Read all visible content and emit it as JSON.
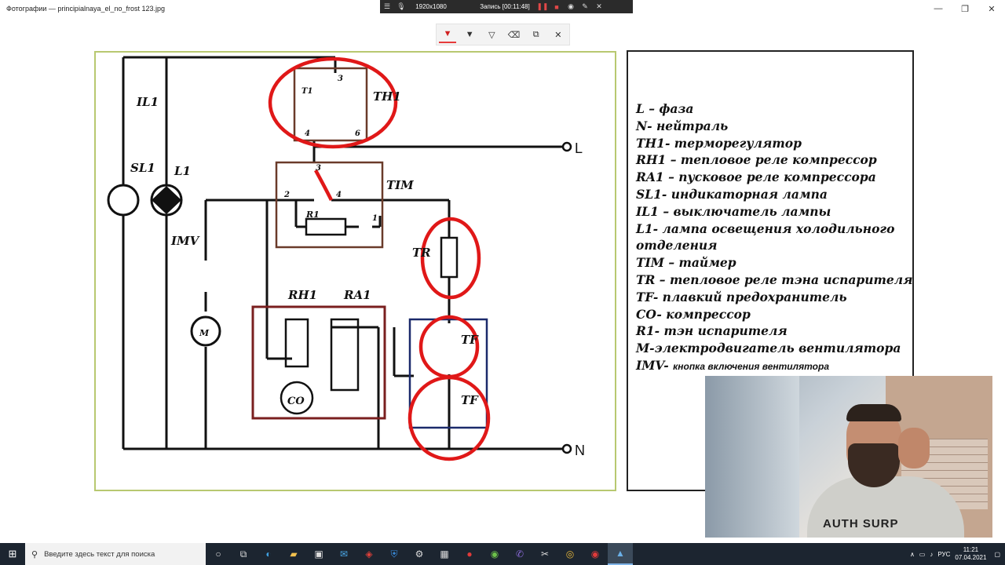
{
  "window": {
    "title": "Фотографии — principialnaya_el_no_frost 123.jpg",
    "minimize": "—",
    "maximize": "❐",
    "close": "✕"
  },
  "recording": {
    "resolution": "1920x1080",
    "status": "Запись [00:11:48]"
  },
  "schematic": {
    "labels": {
      "IL1": "IL1",
      "SL1": "SL1",
      "L1": "L1",
      "IMV": "IMV",
      "TH1": "TH1",
      "TIM": "TIM",
      "R1": "R1",
      "RH1": "RH1",
      "RA1": "RA1",
      "TR": "TR",
      "TF": "TF",
      "CO": "CO",
      "M": "M",
      "L": "L",
      "N": "N",
      "R1box": "R1",
      "pin3a": "3",
      "pin3b": "3",
      "pin1": "1",
      "pin4a": "4",
      "pin4b": "4",
      "pin6": "6",
      "pin2": "2",
      "pin1b": "1",
      "pinT1": "T1"
    }
  },
  "legend": {
    "rows": [
      "L – фаза",
      " N- нейтраль",
      " TH1- терморегулятор",
      " RH1 –  тепловое реле компрессор",
      " RA1 – пусковое реле компрессора",
      " SL1-  индикаторная лампа",
      " IL1 – выключатель лампы",
      " L1- лампа освещения холодильного",
      "отделения",
      " TIM – таймер",
      " TR – тепловое реле тэна испарителя",
      " TF- плавкий предохранитель",
      "CO-  компрессор",
      " R1- тэн испарителя",
      " M-электродвигатель вентилятора",
      " IMV-"
    ],
    "imv_desc": "кнопка включения вентилятора"
  },
  "webcam": {
    "shirt_text": "AUTH SURP"
  },
  "taskbar": {
    "search_placeholder": "Введите здесь текст для поиска",
    "language": "РУС",
    "time": "11:21",
    "date": "07.04.2021"
  }
}
